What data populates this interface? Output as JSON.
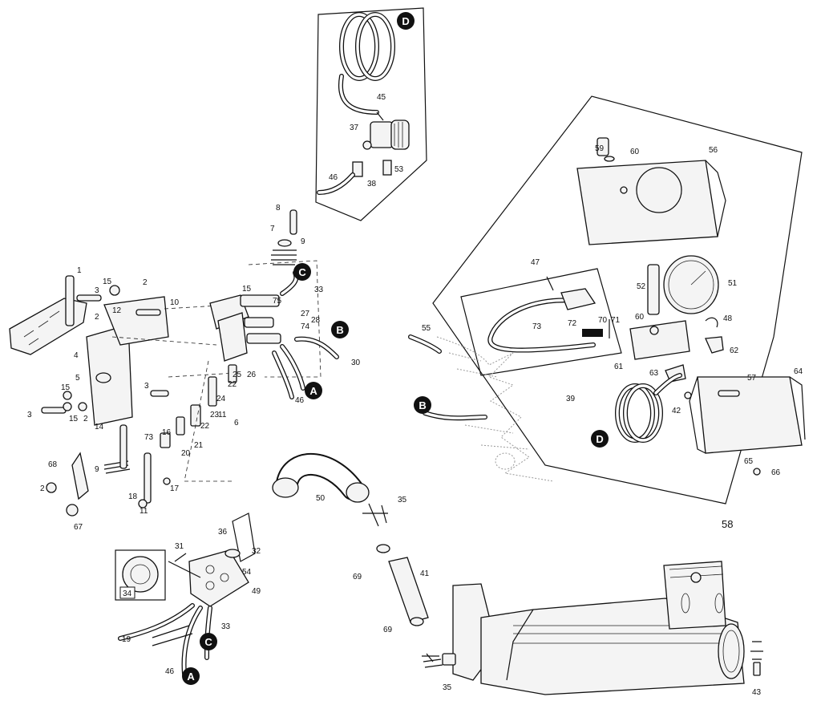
{
  "callouts": {
    "top_left": [
      "1",
      "2",
      "3",
      "15",
      "12",
      "10",
      "2",
      "4",
      "5",
      "3",
      "15",
      "3",
      "15",
      "2",
      "14",
      "73",
      "9",
      "68",
      "2",
      "67",
      "18",
      "11",
      "17",
      "8",
      "7",
      "9",
      "15",
      "75",
      "33",
      "27",
      "74",
      "28",
      "30",
      "25",
      "26",
      "22",
      "24",
      "23",
      "11",
      "22",
      "21",
      "20",
      "16",
      "6",
      "46"
    ],
    "circles": [
      "C",
      "B",
      "A",
      "D",
      "B",
      "D",
      "C",
      "A"
    ],
    "inset_top": [
      "45",
      "37",
      "46",
      "38",
      "53"
    ],
    "box_right": [
      "59",
      "60",
      "56",
      "47",
      "52",
      "51",
      "73",
      "72",
      "70",
      "71",
      "60",
      "48",
      "61",
      "62",
      "63",
      "39",
      "42",
      "57",
      "64",
      "65",
      "66",
      "58"
    ],
    "middle": [
      "55",
      "50",
      "35",
      "69",
      "41",
      "69",
      "36",
      "32",
      "54",
      "31",
      "34",
      "49",
      "19",
      "33",
      "46"
    ],
    "bottom": [
      "35",
      "43"
    ]
  }
}
